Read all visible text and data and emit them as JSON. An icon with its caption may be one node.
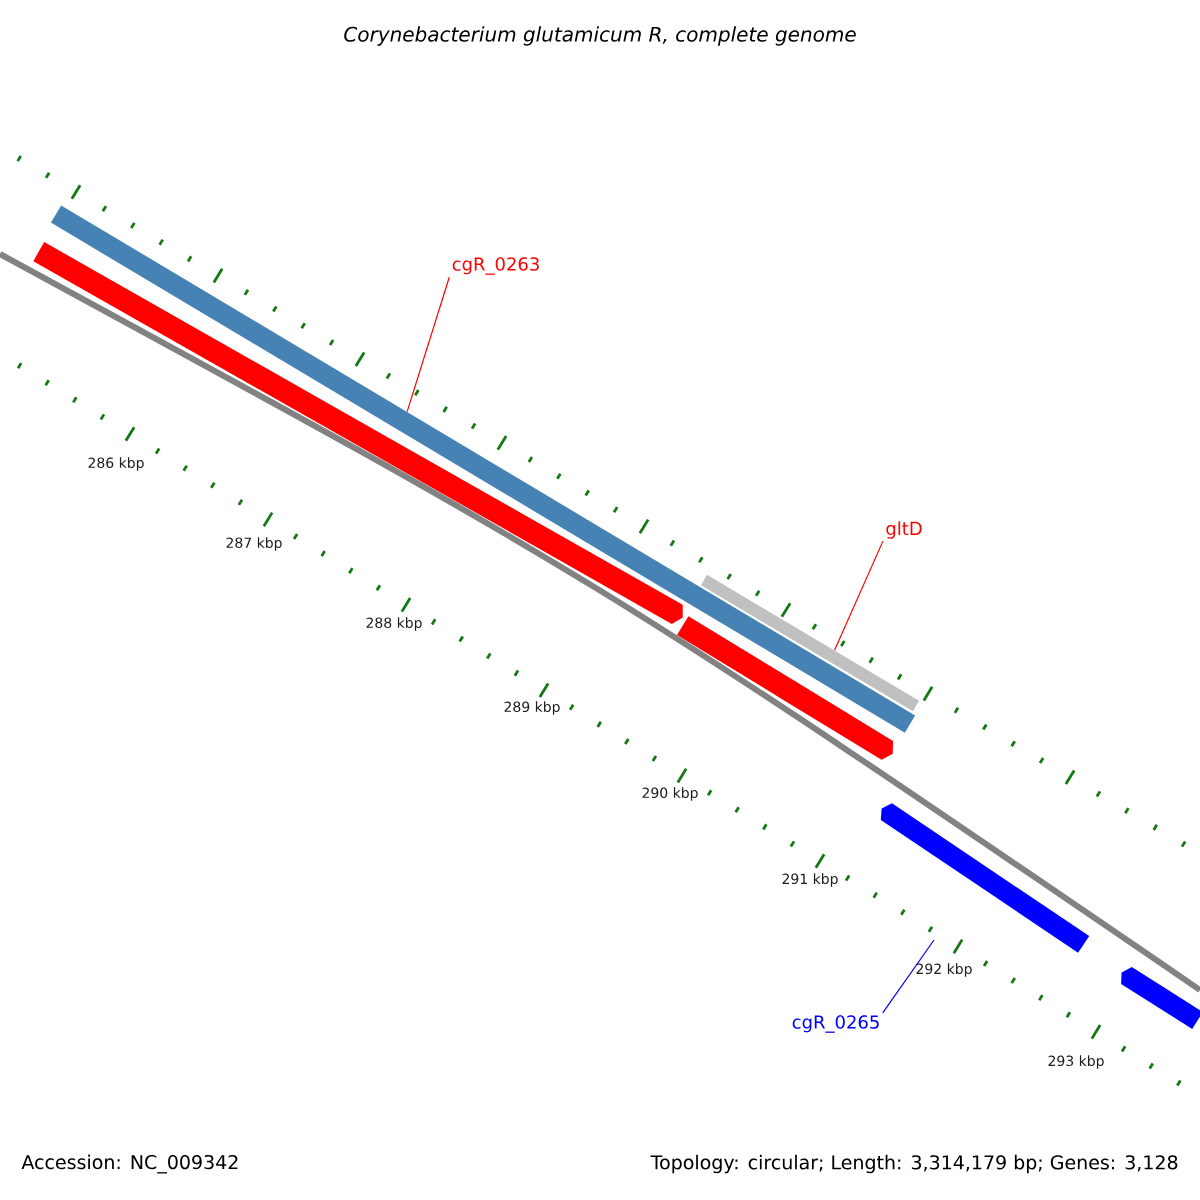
{
  "diagram": {
    "title": "Corynebacterium glutamicum R, complete genome",
    "nodes": [
      {
        "text": [
          "cgR_0263"
        ]
      },
      {
        "text": [
          "gltD"
        ]
      },
      {
        "text": [
          "cgR_0265"
        ]
      },
      {
        "text": [],
        "shape": "bar"
      },
      {
        "text": [],
        "shape": "bar"
      },
      {
        "text": [],
        "shape": "arrow"
      },
      {
        "text": [],
        "shape": "arrow"
      },
      {
        "text": [],
        "shape": "arrow"
      },
      {
        "text": [],
        "shape": "arrow"
      }
    ],
    "edges": [
      {
        "from": 0,
        "to": 3,
        "arrow": "none",
        "color": "#ff0000"
      },
      {
        "from": 1,
        "to": 4,
        "arrow": "none",
        "color": "#ff0000"
      },
      {
        "from": 2,
        "to": null,
        "arrow": "none",
        "color": "#0000ff"
      }
    ],
    "labels": [
      "286 kbp",
      "287 kbp",
      "288 kbp",
      "289 kbp",
      "290 kbp",
      "291 kbp",
      "292 kbp",
      "293 kbp",
      "Accession: NC_009342",
      "Topology: circular; Length: 3,314,179 bp; Genes: 3,128"
    ]
  }
}
